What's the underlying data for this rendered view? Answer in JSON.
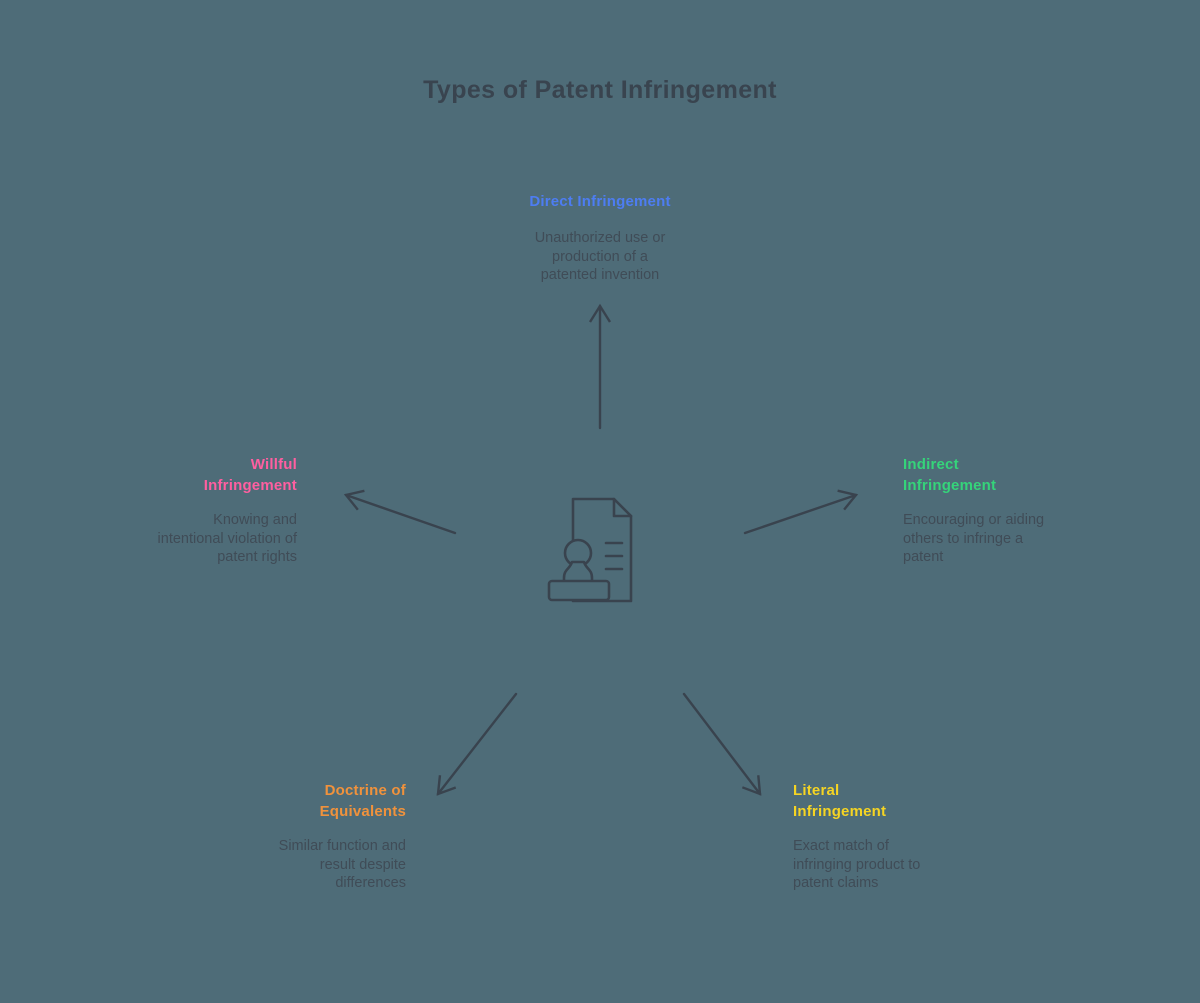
{
  "title": "Types of Patent Infringement",
  "center_icon": "patent-document-stamp-icon",
  "nodes": [
    {
      "id": "direct",
      "label": "Direct Infringement",
      "description": "Unauthorized use or\nproduction of a\npatented invention",
      "color": "#4d7df2"
    },
    {
      "id": "indirect",
      "label": "Indirect\nInfringement",
      "description": "Encouraging or aiding\nothers to infringe a\npatent",
      "color": "#35d47a"
    },
    {
      "id": "willful",
      "label": "Willful\nInfringement",
      "description": "Knowing and\nintentional violation of\npatent rights",
      "color": "#ff5fa0"
    },
    {
      "id": "doctrine",
      "label": "Doctrine of\nEquivalents",
      "description": "Similar function and\nresult despite\ndifferences",
      "color": "#f0923c"
    },
    {
      "id": "literal",
      "label": "Literal\nInfringement",
      "description": "Exact match of\ninfringing product to\npatent claims",
      "color": "#f5d423"
    }
  ],
  "colors": {
    "background": "#4e6c78",
    "title": "#39444f",
    "description": "#404c57",
    "arrow": "#39434e"
  }
}
